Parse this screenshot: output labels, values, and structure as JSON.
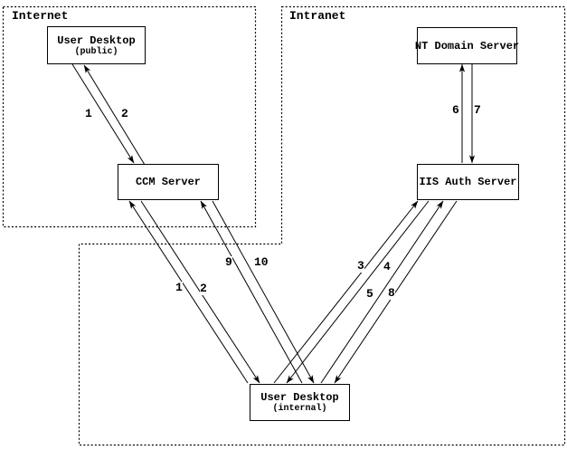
{
  "regions": {
    "internet": {
      "label": "Internet"
    },
    "intranet": {
      "label": "Intranet"
    }
  },
  "nodes": {
    "user_desktop_public": {
      "title": "User Desktop",
      "subtitle": "(public)"
    },
    "ccm_server": {
      "title": "CCM Server"
    },
    "nt_domain_server": {
      "title": "NT Domain Server"
    },
    "iis_auth_server": {
      "title": "IIS Auth Server"
    },
    "user_desktop_internal": {
      "title": "User Desktop",
      "subtitle": "(internal)"
    }
  },
  "flows": [
    {
      "label": "1",
      "from": "user_desktop_public",
      "to": "ccm_server"
    },
    {
      "label": "2",
      "from": "ccm_server",
      "to": "user_desktop_public"
    },
    {
      "label": "1",
      "from": "user_desktop_internal",
      "to": "ccm_server"
    },
    {
      "label": "2",
      "from": "ccm_server",
      "to": "user_desktop_internal"
    },
    {
      "label": "9",
      "from": "user_desktop_internal",
      "to": "ccm_server"
    },
    {
      "label": "10",
      "from": "ccm_server",
      "to": "user_desktop_internal"
    },
    {
      "label": "3",
      "from": "user_desktop_internal",
      "to": "iis_auth_server"
    },
    {
      "label": "4",
      "from": "iis_auth_server",
      "to": "user_desktop_internal"
    },
    {
      "label": "5",
      "from": "user_desktop_internal",
      "to": "iis_auth_server"
    },
    {
      "label": "8",
      "from": "iis_auth_server",
      "to": "user_desktop_internal"
    },
    {
      "label": "6",
      "from": "iis_auth_server",
      "to": "nt_domain_server"
    },
    {
      "label": "7",
      "from": "nt_domain_server",
      "to": "iis_auth_server"
    }
  ],
  "colors": {
    "line": "#000000",
    "background": "#ffffff"
  }
}
